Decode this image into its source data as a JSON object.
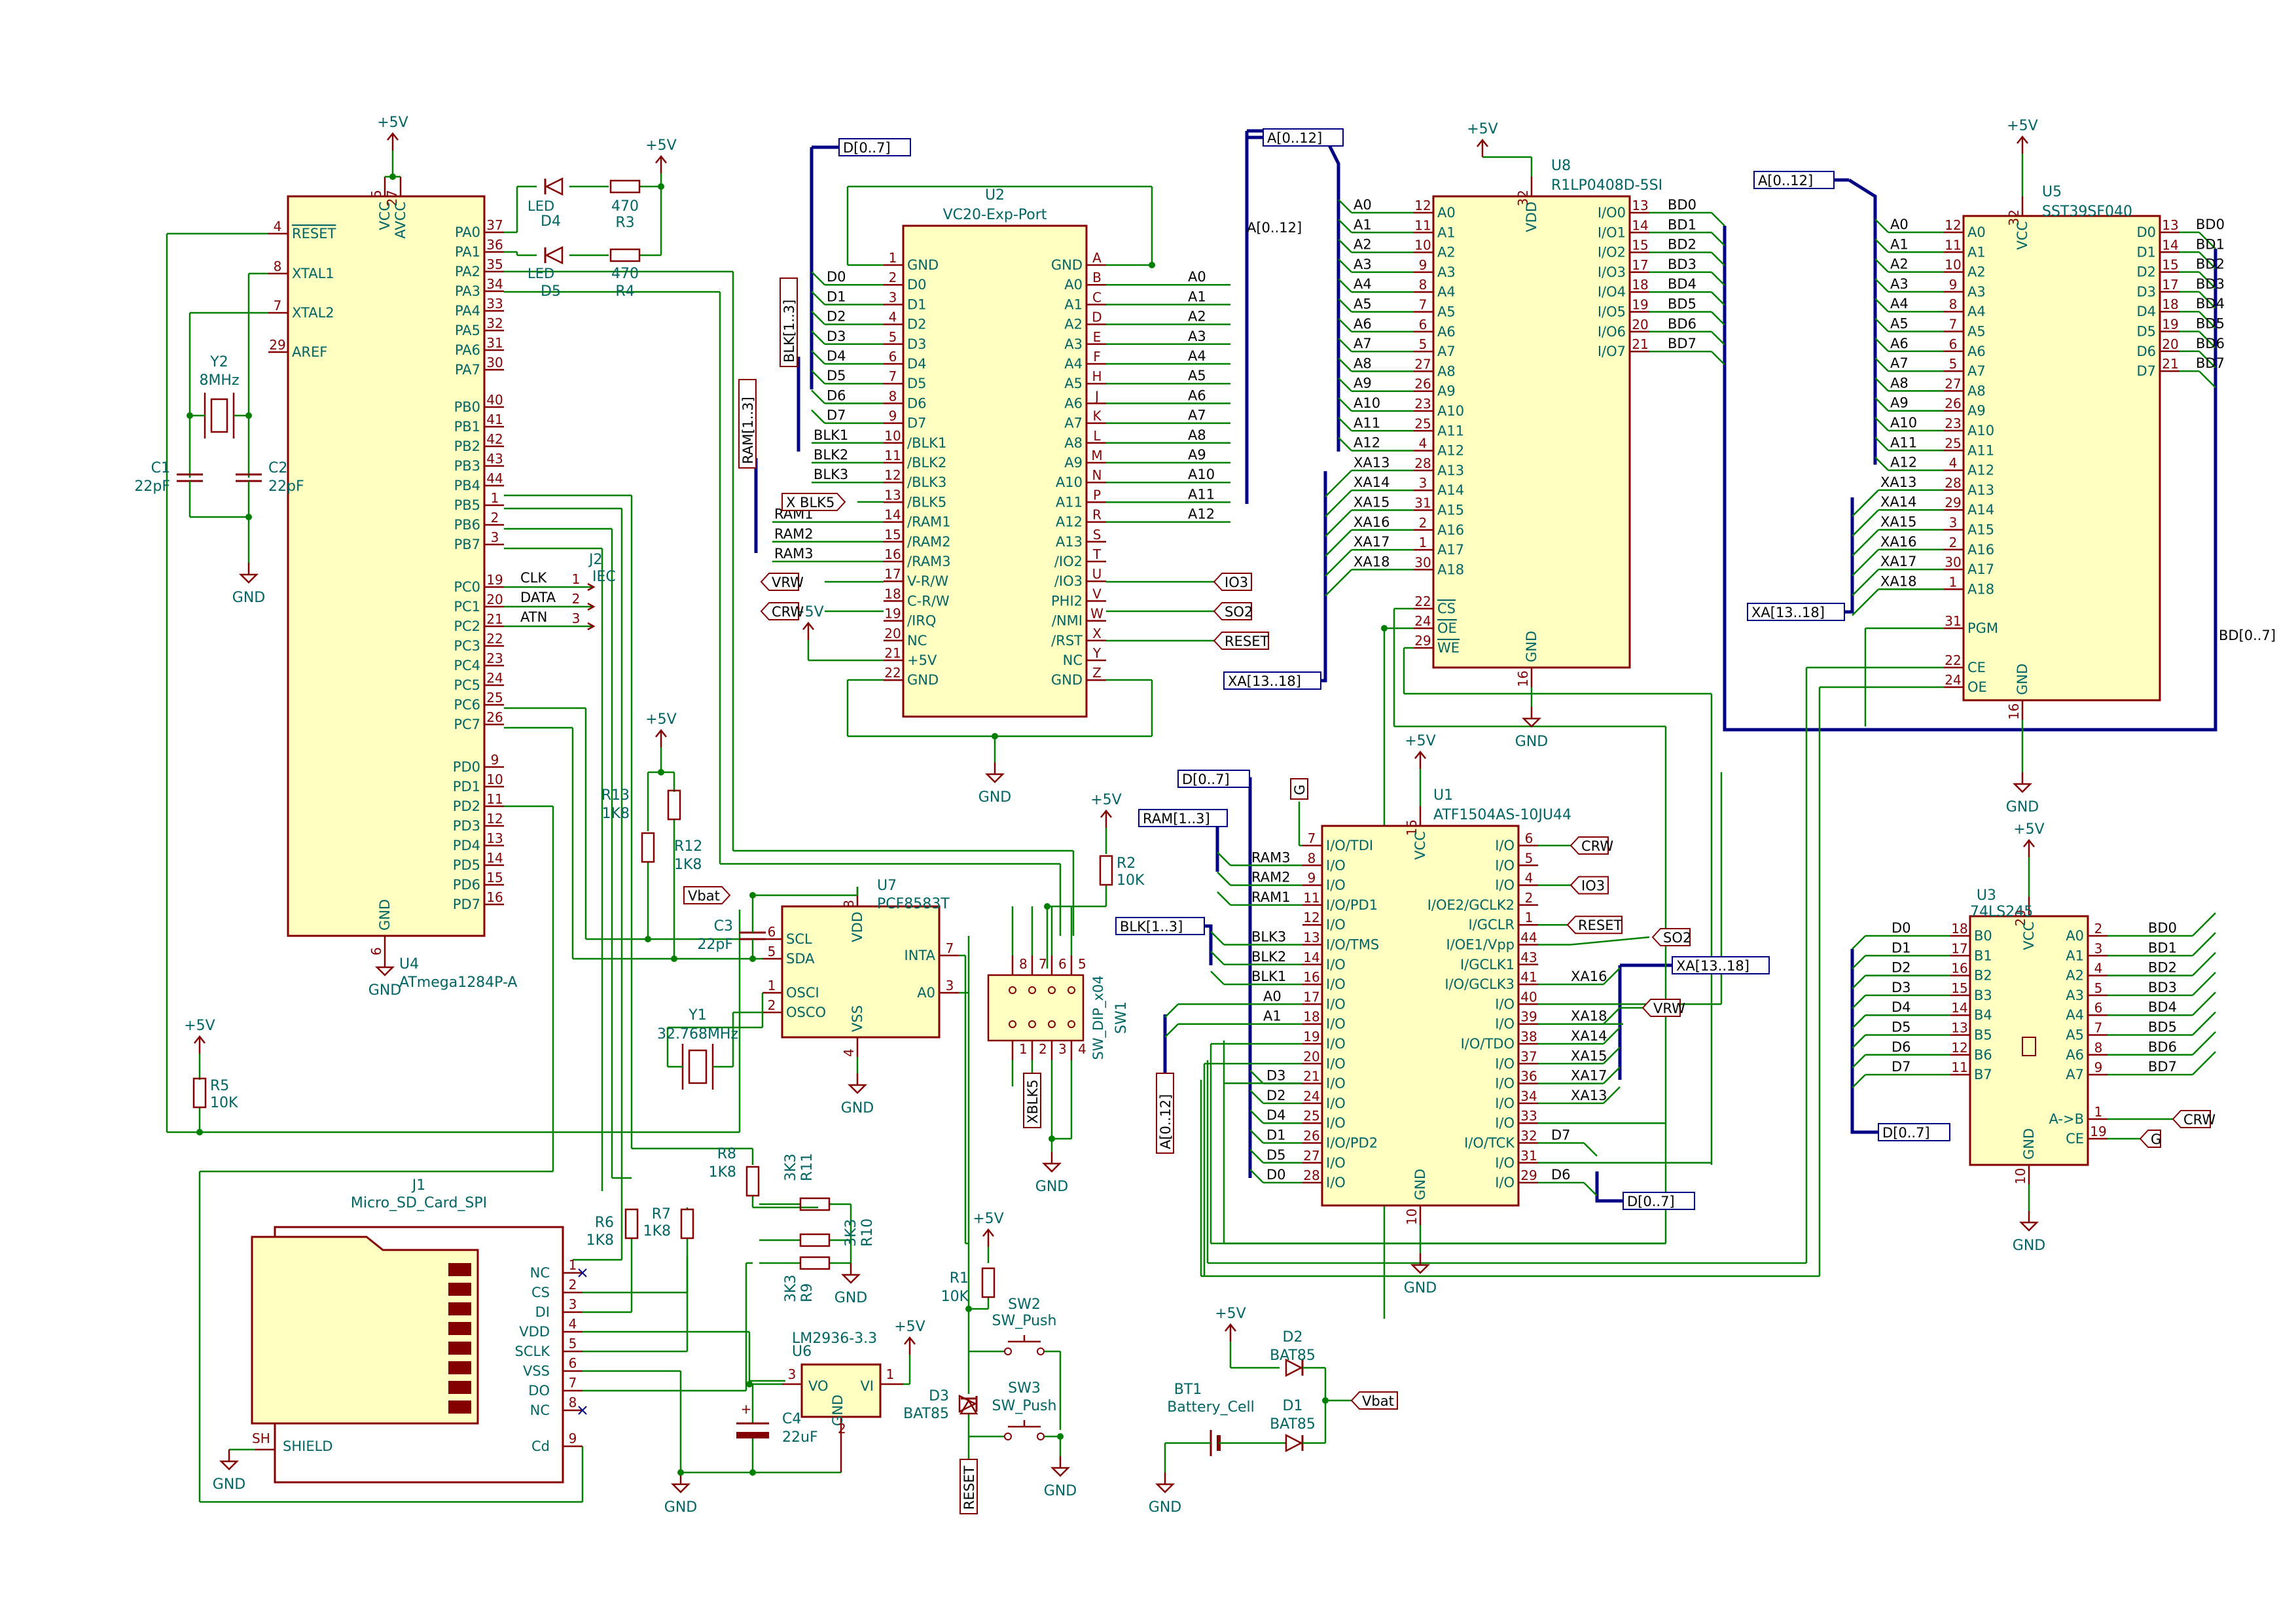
{
  "colors": {
    "wire": "#008000",
    "part": "#840000",
    "pin": "#840000",
    "label": "#006464",
    "ref": "#006464",
    "bus": "#000084",
    "power": "#840000",
    "background": "#ffffff"
  },
  "power": {
    "vcc": "+5V",
    "gnd": "GND"
  },
  "U4": {
    "ref": "U4",
    "value": "ATmega1284P-A",
    "left": [
      [
        "4",
        "RESET"
      ],
      [
        "8",
        "XTAL1"
      ],
      [
        "7",
        "XTAL2"
      ],
      [
        "29",
        "AREF"
      ]
    ],
    "right": [
      [
        "37",
        "PA0"
      ],
      [
        "36",
        "PA1"
      ],
      [
        "35",
        "PA2"
      ],
      [
        "34",
        "PA3"
      ],
      [
        "33",
        "PA4"
      ],
      [
        "32",
        "PA5"
      ],
      [
        "31",
        "PA6"
      ],
      [
        "30",
        "PA7"
      ],
      [
        "40",
        "PB0"
      ],
      [
        "41",
        "PB1"
      ],
      [
        "42",
        "PB2"
      ],
      [
        "43",
        "PB3"
      ],
      [
        "44",
        "PB4"
      ],
      [
        "1",
        "PB5"
      ],
      [
        "2",
        "PB6"
      ],
      [
        "3",
        "PB7"
      ],
      [
        "19",
        "PC0"
      ],
      [
        "20",
        "PC1"
      ],
      [
        "21",
        "PC2"
      ],
      [
        "22",
        "PC3"
      ],
      [
        "23",
        "PC4"
      ],
      [
        "24",
        "PC5"
      ],
      [
        "25",
        "PC6"
      ],
      [
        "26",
        "PC7"
      ],
      [
        "9",
        "PD0"
      ],
      [
        "10",
        "PD1"
      ],
      [
        "11",
        "PD2"
      ],
      [
        "12",
        "PD3"
      ],
      [
        "13",
        "PD4"
      ],
      [
        "14",
        "PD5"
      ],
      [
        "15",
        "PD6"
      ],
      [
        "16",
        "PD7"
      ]
    ],
    "top": [
      [
        "5",
        "VCC"
      ],
      [
        "27",
        "AVCC"
      ]
    ],
    "bottom": [
      [
        "6",
        "GND"
      ]
    ]
  },
  "U2": {
    "ref": "U2",
    "value": "VC20-Exp-Port",
    "left": [
      [
        "1",
        "GND"
      ],
      [
        "2",
        "D0"
      ],
      [
        "3",
        "D1"
      ],
      [
        "4",
        "D2"
      ],
      [
        "5",
        "D3"
      ],
      [
        "6",
        "D4"
      ],
      [
        "7",
        "D5"
      ],
      [
        "8",
        "D6"
      ],
      [
        "9",
        "D7"
      ],
      [
        "10",
        "/BLK1"
      ],
      [
        "11",
        "/BLK2"
      ],
      [
        "12",
        "/BLK3"
      ],
      [
        "13",
        "/BLK5"
      ],
      [
        "14",
        "/RAM1"
      ],
      [
        "15",
        "/RAM2"
      ],
      [
        "16",
        "/RAM3"
      ],
      [
        "17",
        "V-R/W"
      ],
      [
        "18",
        "C-R/W"
      ],
      [
        "19",
        "/IRQ"
      ],
      [
        "20",
        "NC"
      ],
      [
        "21",
        "+5V"
      ],
      [
        "22",
        "GND"
      ]
    ],
    "right": [
      [
        "A",
        "GND"
      ],
      [
        "B",
        "A0"
      ],
      [
        "C",
        "A1"
      ],
      [
        "D",
        "A2"
      ],
      [
        "E",
        "A3"
      ],
      [
        "F",
        "A4"
      ],
      [
        "H",
        "A5"
      ],
      [
        "J",
        "A6"
      ],
      [
        "K",
        "A7"
      ],
      [
        "L",
        "A8"
      ],
      [
        "M",
        "A9"
      ],
      [
        "N",
        "A10"
      ],
      [
        "P",
        "A11"
      ],
      [
        "R",
        "A12"
      ],
      [
        "S",
        "A13"
      ],
      [
        "T",
        "/IO2"
      ],
      [
        "U",
        "/IO3"
      ],
      [
        "V",
        "PHI2"
      ],
      [
        "W",
        "/NMI"
      ],
      [
        "X",
        "/RST"
      ],
      [
        "Y",
        "NC"
      ],
      [
        "Z",
        "GND"
      ]
    ]
  },
  "U8": {
    "ref": "U8",
    "value": "R1LP0408D-5SI",
    "left": [
      [
        "12",
        "A0"
      ],
      [
        "11",
        "A1"
      ],
      [
        "10",
        "A2"
      ],
      [
        "9",
        "A3"
      ],
      [
        "8",
        "A4"
      ],
      [
        "7",
        "A5"
      ],
      [
        "6",
        "A6"
      ],
      [
        "5",
        "A7"
      ],
      [
        "27",
        "A8"
      ],
      [
        "26",
        "A9"
      ],
      [
        "23",
        "A10"
      ],
      [
        "25",
        "A11"
      ],
      [
        "4",
        "A12"
      ],
      [
        "28",
        "A13"
      ],
      [
        "3",
        "A14"
      ],
      [
        "31",
        "A15"
      ],
      [
        "2",
        "A16"
      ],
      [
        "1",
        "A17"
      ],
      [
        "30",
        "A18"
      ],
      [
        "22",
        "CS"
      ],
      [
        "24",
        "OE"
      ],
      [
        "29",
        "WE"
      ]
    ],
    "right": [
      [
        "13",
        "I/O0"
      ],
      [
        "14",
        "I/O1"
      ],
      [
        "15",
        "I/O2"
      ],
      [
        "17",
        "I/O3"
      ],
      [
        "18",
        "I/O4"
      ],
      [
        "19",
        "I/O5"
      ],
      [
        "20",
        "I/O6"
      ],
      [
        "21",
        "I/O7"
      ]
    ],
    "top": [
      [
        "32",
        "VDD"
      ]
    ],
    "bottom": [
      [
        "16",
        "GND"
      ]
    ]
  },
  "U5": {
    "ref": "U5",
    "value": "SST39SF040",
    "left": [
      [
        "12",
        "A0"
      ],
      [
        "11",
        "A1"
      ],
      [
        "10",
        "A2"
      ],
      [
        "9",
        "A3"
      ],
      [
        "8",
        "A4"
      ],
      [
        "7",
        "A5"
      ],
      [
        "6",
        "A6"
      ],
      [
        "5",
        "A7"
      ],
      [
        "27",
        "A8"
      ],
      [
        "26",
        "A9"
      ],
      [
        "23",
        "A10"
      ],
      [
        "25",
        "A11"
      ],
      [
        "4",
        "A12"
      ],
      [
        "28",
        "A13"
      ],
      [
        "29",
        "A14"
      ],
      [
        "3",
        "A15"
      ],
      [
        "2",
        "A16"
      ],
      [
        "30",
        "A17"
      ],
      [
        "1",
        "A18"
      ],
      [
        "31",
        "PGM"
      ],
      [
        "22",
        "CE"
      ],
      [
        "24",
        "OE"
      ]
    ],
    "right": [
      [
        "13",
        "D0"
      ],
      [
        "14",
        "D1"
      ],
      [
        "15",
        "D2"
      ],
      [
        "17",
        "D3"
      ],
      [
        "18",
        "D4"
      ],
      [
        "19",
        "D5"
      ],
      [
        "20",
        "D6"
      ],
      [
        "21",
        "D7"
      ]
    ],
    "top": [
      [
        "32",
        "VCC"
      ]
    ],
    "bottom": [
      [
        "16",
        "GND"
      ]
    ]
  },
  "U1": {
    "ref": "U1",
    "value": "ATF1504AS-10JU44",
    "left": [
      [
        "7",
        "I/O/TDI"
      ],
      [
        "8",
        "I/O"
      ],
      [
        "9",
        "I/O"
      ],
      [
        "11",
        "I/O/PD1"
      ],
      [
        "12",
        "I/O"
      ],
      [
        "13",
        "I/O/TMS"
      ],
      [
        "14",
        "I/O"
      ],
      [
        "16",
        "I/O"
      ],
      [
        "17",
        "I/O"
      ],
      [
        "18",
        "I/O"
      ],
      [
        "19",
        "I/O"
      ],
      [
        "20",
        "I/O"
      ],
      [
        "21",
        "I/O"
      ],
      [
        "24",
        "I/O"
      ],
      [
        "25",
        "I/O"
      ],
      [
        "26",
        "I/O/PD2"
      ],
      [
        "27",
        "I/O"
      ],
      [
        "28",
        "I/O"
      ]
    ],
    "right": [
      [
        "6",
        "I/O"
      ],
      [
        "5",
        "I/O"
      ],
      [
        "4",
        "I/O"
      ],
      [
        "2",
        "I/OE2/GCLK2"
      ],
      [
        "1",
        "I/GCLR"
      ],
      [
        "44",
        "I/OE1/Vpp"
      ],
      [
        "43",
        "I/GCLK1"
      ],
      [
        "41",
        "I/O/GCLK3"
      ],
      [
        "40",
        "I/O"
      ],
      [
        "39",
        "I/O"
      ],
      [
        "38",
        "I/O/TDO"
      ],
      [
        "37",
        "I/O"
      ],
      [
        "36",
        "I/O"
      ],
      [
        "34",
        "I/O"
      ],
      [
        "33",
        "I/O"
      ],
      [
        "32",
        "I/O/TCK"
      ],
      [
        "31",
        "I/O"
      ],
      [
        "29",
        "I/O"
      ]
    ],
    "top": [
      [
        "15",
        "VCC"
      ]
    ],
    "bottom": [
      [
        "10",
        "GND"
      ]
    ]
  },
  "U3": {
    "ref": "U3",
    "value": "74LS245",
    "left": [
      [
        "18",
        "B0"
      ],
      [
        "17",
        "B1"
      ],
      [
        "16",
        "B2"
      ],
      [
        "15",
        "B3"
      ],
      [
        "14",
        "B4"
      ],
      [
        "13",
        "B5"
      ],
      [
        "12",
        "B6"
      ],
      [
        "11",
        "B7"
      ]
    ],
    "right": [
      [
        "2",
        "A0"
      ],
      [
        "3",
        "A1"
      ],
      [
        "4",
        "A2"
      ],
      [
        "5",
        "A3"
      ],
      [
        "6",
        "A4"
      ],
      [
        "7",
        "A5"
      ],
      [
        "8",
        "A6"
      ],
      [
        "9",
        "A7"
      ],
      [
        "1",
        "A->B"
      ],
      [
        "19",
        "CE"
      ]
    ],
    "top": [
      [
        "20",
        "VCC"
      ]
    ],
    "bottom": [
      [
        "10",
        "GND"
      ]
    ]
  },
  "U7": {
    "ref": "U7",
    "value": "PCF8583T",
    "left": [
      [
        "6",
        "SCL"
      ],
      [
        "5",
        "SDA"
      ],
      [
        "1",
        "OSCI"
      ],
      [
        "2",
        "OSCO"
      ]
    ],
    "right": [
      [
        "7",
        "INTA"
      ],
      [
        "3",
        "A0"
      ]
    ],
    "top": [
      [
        "8",
        "VDD"
      ]
    ],
    "bottom": [
      [
        "4",
        "VSS"
      ]
    ]
  },
  "U6": {
    "ref": "U6",
    "value": "LM2936-3.3",
    "pins": [
      [
        "3",
        "VO"
      ],
      [
        "1",
        "VI"
      ],
      [
        "2",
        "GND"
      ]
    ]
  },
  "J1": {
    "ref": "J1",
    "value": "Micro_SD_Card_SPI",
    "pins": [
      [
        "1",
        "NC"
      ],
      [
        "2",
        "CS"
      ],
      [
        "3",
        "DI"
      ],
      [
        "4",
        "VDD"
      ],
      [
        "5",
        "SCLK"
      ],
      [
        "6",
        "VSS"
      ],
      [
        "7",
        "DO"
      ],
      [
        "8",
        "NC"
      ],
      [
        "9",
        "Cd"
      ]
    ],
    "shield": "SHIELD",
    "shield_pin": "SH"
  },
  "J2": {
    "ref": "J2",
    "value": "IEC",
    "pins": [
      [
        "1",
        "CLK"
      ],
      [
        "2",
        "DATA"
      ],
      [
        "3",
        "ATN"
      ]
    ]
  },
  "SW1": {
    "ref": "SW1",
    "value": "SW_DIP_x04",
    "pins": [
      "8",
      "7",
      "6",
      "5",
      "1",
      "2",
      "3",
      "4"
    ]
  },
  "passives": [
    {
      "ref": "R3",
      "value": "470"
    },
    {
      "ref": "R4",
      "value": "470"
    },
    {
      "ref": "D4",
      "value": "LED"
    },
    {
      "ref": "D5",
      "value": "LED"
    },
    {
      "ref": "Y2",
      "value": "8MHz"
    },
    {
      "ref": "C1",
      "value": "22pF"
    },
    {
      "ref": "C2",
      "value": "22pF"
    },
    {
      "ref": "R13",
      "value": "1K8"
    },
    {
      "ref": "R12",
      "value": "1K8"
    },
    {
      "ref": "C3",
      "value": "22pF"
    },
    {
      "ref": "Y1",
      "value": "32.768MHz"
    },
    {
      "ref": "R2",
      "value": "10K"
    },
    {
      "ref": "R5",
      "value": "10K"
    },
    {
      "ref": "R8",
      "value": "1K8"
    },
    {
      "ref": "R7",
      "value": "1K8"
    },
    {
      "ref": "R6",
      "value": "1K8"
    },
    {
      "ref": "R11",
      "value": "3K3"
    },
    {
      "ref": "R10",
      "value": "3K3"
    },
    {
      "ref": "R9",
      "value": "3K3"
    },
    {
      "ref": "C4",
      "value": "22uF"
    },
    {
      "ref": "R1",
      "value": "10K"
    },
    {
      "ref": "D3",
      "value": "BAT85"
    },
    {
      "ref": "SW2",
      "value": "SW_Push"
    },
    {
      "ref": "SW3",
      "value": "SW_Push"
    },
    {
      "ref": "D2",
      "value": "BAT85"
    },
    {
      "ref": "D1",
      "value": "BAT85"
    },
    {
      "ref": "BT1",
      "value": "Battery_Cell"
    }
  ],
  "global_labels": {
    "d_bus": "D[0..7]",
    "a_bus": "A[0..12]",
    "blk_bus": "BLK[1..3]",
    "ram_bus": "RAM[1..3]",
    "xa_bus": "XA[13..18]",
    "bd_bus": "BD[0..7]",
    "xblk5": "XBLK5",
    "vrw": "VRW",
    "crw": "CRW",
    "io3": "IO3",
    "so2": "SO2",
    "reset": "RESET",
    "vbat": "Vbat",
    "g": "G"
  },
  "net_labels": {
    "clk": "CLK",
    "data": "DATA",
    "atn": "ATN",
    "x_blk5": "X BLK5",
    "a_bus_local": "A[0..12]",
    "ram1": "RAM1",
    "ram2": "RAM2",
    "ram3": "RAM3",
    "blk1": "BLK1",
    "blk2": "BLK2",
    "blk3": "BLK3",
    "xa16": "XA16",
    "xa18": "XA18",
    "xa14": "XA14",
    "xa15": "XA15",
    "xa17": "XA17",
    "xa13": "XA13",
    "d7": "D7",
    "d6": "D6"
  }
}
